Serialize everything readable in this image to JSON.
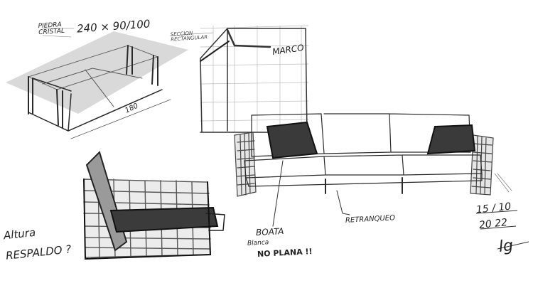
{
  "sketch": {
    "annotations": {
      "piedra_line1": "PIEDRA",
      "piedra_line2": "CRISTAL",
      "table_dimensions": "240 × 90/100",
      "seccion_line1": "SECCION",
      "seccion_line2": "RECTANGULAR",
      "marco": "MARCO",
      "length_180": "180",
      "altura": "Altura",
      "respaldo": "RESPALDO ?",
      "boata": "BOATA",
      "blanca": "Blanca",
      "no_plana": "NO PLANA !!",
      "retranqueo": "RETRANQUEO",
      "date_day_month": "15 / 10",
      "date_year": "20 22",
      "signature": "lg"
    },
    "colors": {
      "ink": "#222222",
      "shadow": "#d8d8d8",
      "paper": "#ffffff"
    }
  }
}
